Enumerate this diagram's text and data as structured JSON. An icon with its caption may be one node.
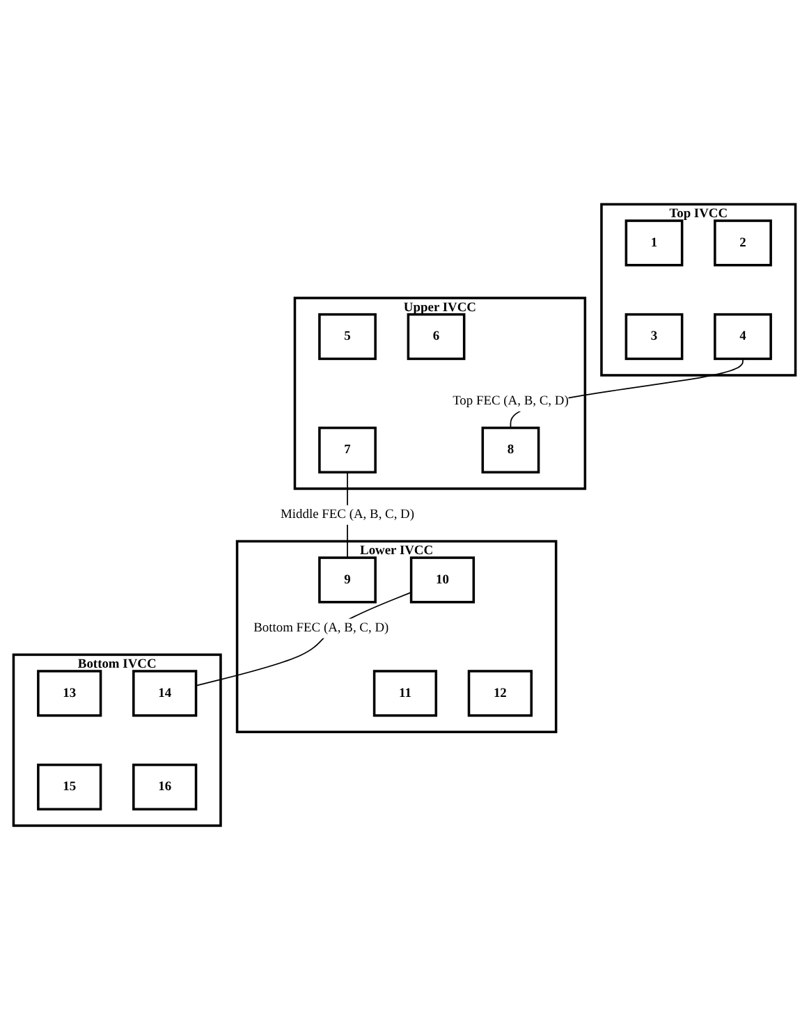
{
  "diagram": {
    "nodes": [
      {
        "text": [
          "Top IVCC"
        ]
      },
      {
        "text": [
          "1"
        ],
        "in": 0
      },
      {
        "text": [
          "2"
        ],
        "in": 0
      },
      {
        "text": [
          "3"
        ],
        "in": 0
      },
      {
        "text": [
          "4"
        ],
        "in": 0
      },
      {
        "text": [
          "Upper IVCC"
        ]
      },
      {
        "text": [
          "5"
        ],
        "in": 5
      },
      {
        "text": [
          "6"
        ],
        "in": 5
      },
      {
        "text": [
          "7"
        ],
        "in": 5
      },
      {
        "text": [
          "8"
        ],
        "in": 5
      },
      {
        "text": [
          "Lower IVCC"
        ]
      },
      {
        "text": [
          "9"
        ],
        "in": 10
      },
      {
        "text": [
          "10"
        ],
        "in": 10
      },
      {
        "text": [
          "11"
        ],
        "in": 10
      },
      {
        "text": [
          "12"
        ],
        "in": 10
      },
      {
        "text": [
          "Bottom IVCC"
        ]
      },
      {
        "text": [
          "13"
        ],
        "in": 15
      },
      {
        "text": [
          "14"
        ],
        "in": 15
      },
      {
        "text": [
          "15"
        ],
        "in": 15
      },
      {
        "text": [
          "16"
        ],
        "in": 15
      }
    ],
    "edges": [
      {
        "from": 4,
        "to": 9,
        "arrow": "none",
        "label": "Top FEC (A, B, C, D)"
      },
      {
        "from": 8,
        "to": 11,
        "arrow": "none",
        "label": "Middle FEC (A, B, C, D)"
      },
      {
        "from": 12,
        "to": 17,
        "arrow": "none",
        "label": "Bottom FEC (A, B, C, D)"
      }
    ]
  }
}
